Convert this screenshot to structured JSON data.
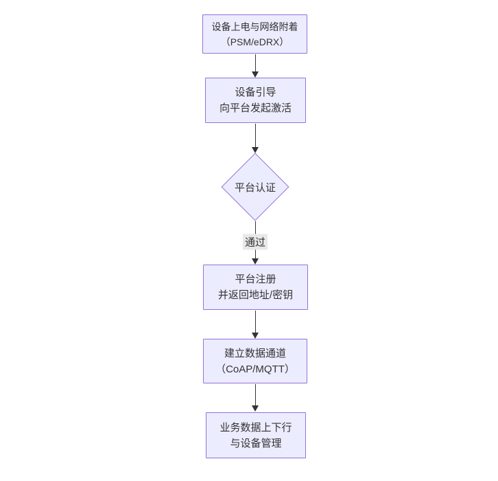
{
  "diagram": {
    "type": "flowchart",
    "direction": "top-down",
    "nodes": [
      {
        "id": "power-attach",
        "shape": "rect",
        "lines": [
          "设备上电与网络附着",
          "（PSM/eDRX）"
        ]
      },
      {
        "id": "bootstrap",
        "shape": "rect",
        "lines": [
          "设备引导",
          "向平台发起激活"
        ]
      },
      {
        "id": "platform-auth",
        "shape": "diamond",
        "lines": [
          "平台认证"
        ]
      },
      {
        "id": "platform-register",
        "shape": "rect",
        "lines": [
          "平台注册",
          "并返回地址/密钥"
        ]
      },
      {
        "id": "data-channel",
        "shape": "rect",
        "lines": [
          "建立数据通道",
          "（CoAP/MQTT）"
        ]
      },
      {
        "id": "business-data",
        "shape": "rect",
        "lines": [
          "业务数据上下行",
          "与设备管理"
        ]
      }
    ],
    "edges": [
      {
        "from": "power-attach",
        "to": "bootstrap",
        "label": ""
      },
      {
        "from": "bootstrap",
        "to": "platform-auth",
        "label": ""
      },
      {
        "from": "platform-auth",
        "to": "platform-register",
        "label": "通过"
      },
      {
        "from": "platform-register",
        "to": "data-channel",
        "label": ""
      },
      {
        "from": "data-channel",
        "to": "business-data",
        "label": ""
      }
    ],
    "colors": {
      "node_fill": "#ECECFF",
      "node_border": "#9370DB",
      "arrow": "#333333",
      "text": "#333333",
      "edge_label_bg": "#e8e8e8",
      "background": "#ffffff"
    }
  }
}
